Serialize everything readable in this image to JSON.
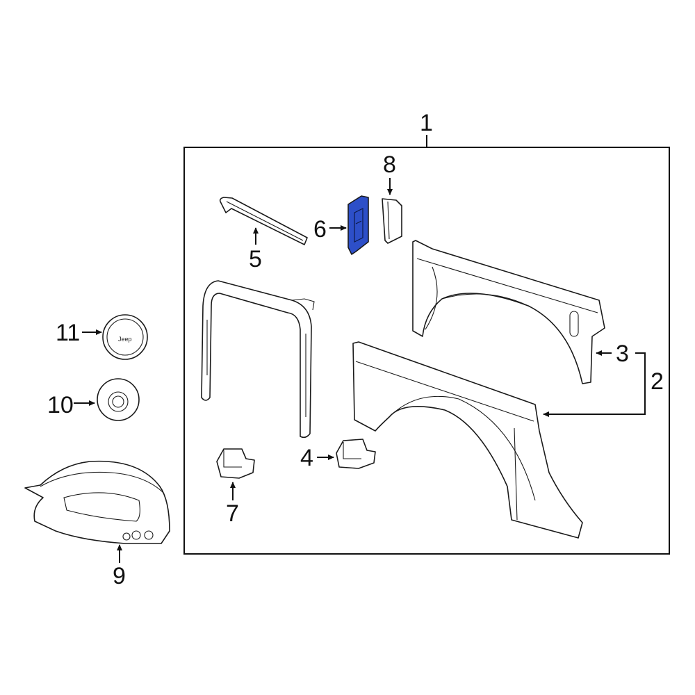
{
  "diagram": {
    "callouts": {
      "c1": "1",
      "c2": "2",
      "c3": "3",
      "c4": "4",
      "c5": "5",
      "c6": "6",
      "c7": "7",
      "c8": "8",
      "c9": "9",
      "c10": "10",
      "c11": "11"
    },
    "emblem_text": "Jeep",
    "highlight_color": "#2d4fc8",
    "line_color": "#1a1a1a"
  }
}
